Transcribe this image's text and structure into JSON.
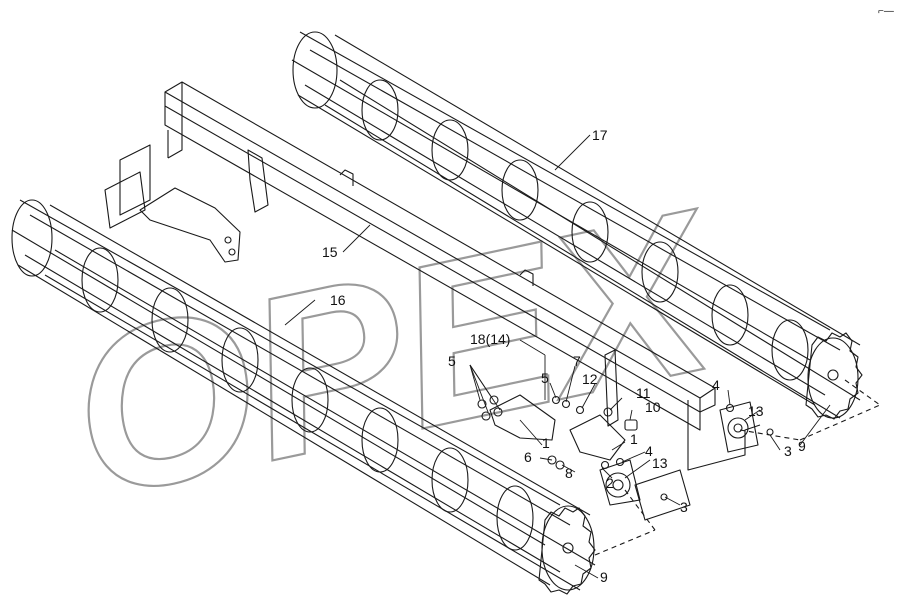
{
  "watermark": "OPEX",
  "corner_mark": "⌐—",
  "callouts": {
    "c17": "17",
    "c15": "15",
    "c16": "16",
    "c18": "18(14)",
    "c5a": "5",
    "c5b": "5",
    "c7": "7",
    "c12": "12",
    "c11": "11",
    "c10": "10",
    "c4a": "4",
    "c13a": "13",
    "c3a": "3",
    "c9a": "9",
    "c1a": "1",
    "c6": "6",
    "c8": "8",
    "c1b": "1",
    "c4b": "4",
    "c2": "2",
    "c13b": "13",
    "c3b": "3",
    "c9b": "9"
  }
}
